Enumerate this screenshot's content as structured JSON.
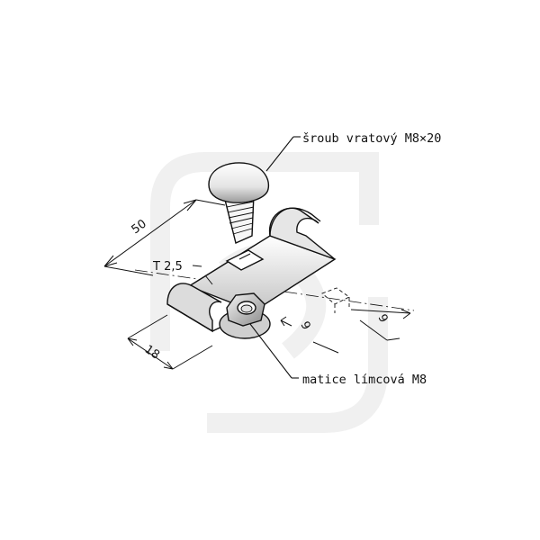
{
  "labels": {
    "bolt": "šroub vratový M8×20",
    "nut": "matice límcová M8"
  },
  "dimensions": {
    "length": "50",
    "width": "18",
    "thickness": "T 2,5",
    "slot_a": "9",
    "slot_b": "9"
  },
  "colors": {
    "line": "#111111",
    "metal_light": "#f2f2f2",
    "metal_mid": "#cfcfcf",
    "metal_dark": "#8e8e8e",
    "watermark": "#f0f0f0"
  }
}
